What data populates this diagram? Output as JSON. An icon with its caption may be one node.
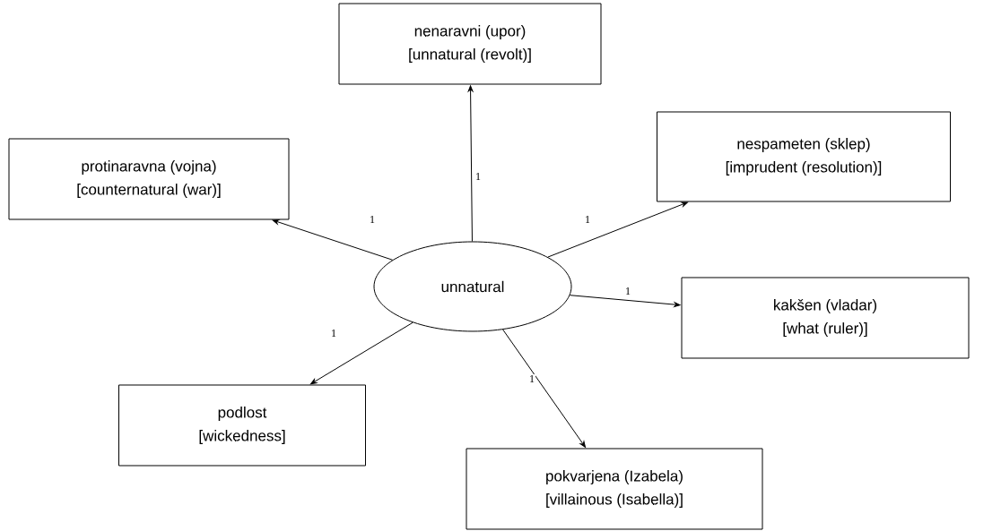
{
  "diagram": {
    "nodes": [
      {
        "text": [
          "unnatural"
        ]
      },
      {
        "text": [
          "nenaravni (upor)",
          "[unnatural (revolt)]"
        ]
      },
      {
        "text": [
          "protinaravna (vojna)",
          "[counternatural (war)]"
        ]
      },
      {
        "text": [
          "nespameten (sklep)",
          "[imprudent (resolution)]"
        ]
      },
      {
        "text": [
          "kakšen (vladar)",
          "[what (ruler)]"
        ]
      },
      {
        "text": [
          "podlost",
          "[wickedness]"
        ]
      },
      {
        "text": [
          "pokvarjena (Izabela)",
          "[villainous (Isabella)]"
        ]
      }
    ],
    "edges": [
      {
        "from": 0,
        "to": 1,
        "arrow": "to",
        "label": "1"
      },
      {
        "from": 0,
        "to": 2,
        "arrow": "to",
        "label": "1"
      },
      {
        "from": 0,
        "to": 3,
        "arrow": "to",
        "label": "1"
      },
      {
        "from": 0,
        "to": 4,
        "arrow": "to",
        "label": "1"
      },
      {
        "from": 0,
        "to": 5,
        "arrow": "to",
        "label": "1"
      },
      {
        "from": 0,
        "to": 6,
        "arrow": "to",
        "label": "1"
      }
    ]
  }
}
